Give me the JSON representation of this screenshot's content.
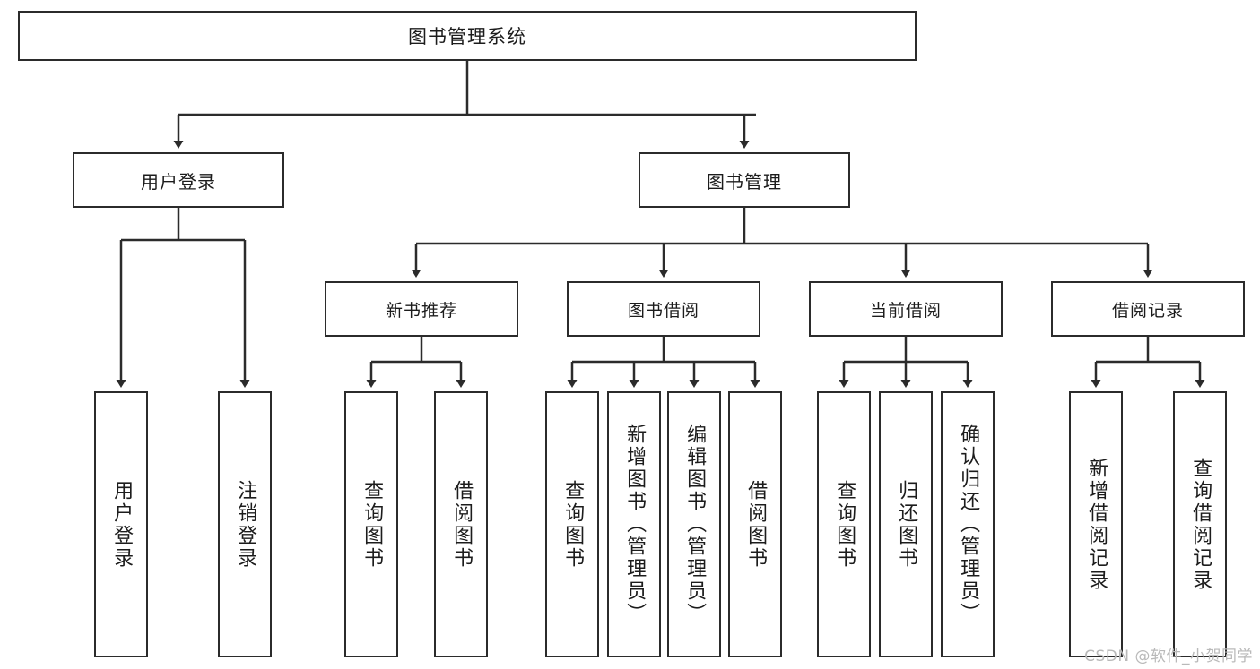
{
  "diagram": {
    "title": "图书管理系统",
    "type": "tree",
    "watermark": "CSDN @软件_小贺同学",
    "line_color": "#2b2b2b",
    "box_fill": "#ffffff",
    "text_color": "#1c1c1c",
    "watermark_color": "#b9b9b9"
  },
  "nodes": {
    "root": {
      "label": "图书管理系统"
    },
    "level2": [
      {
        "id": "user-login",
        "label": "用户登录"
      },
      {
        "id": "book-manage",
        "label": "图书管理"
      }
    ],
    "level3": [
      {
        "id": "new-book-rec",
        "label": "新书推荐"
      },
      {
        "id": "book-borrow",
        "label": "图书借阅"
      },
      {
        "id": "current-borrow",
        "label": "当前借阅"
      },
      {
        "id": "borrow-record",
        "label": "借阅记录"
      }
    ],
    "leaves": [
      {
        "id": "leaf-user-login",
        "label": "用户登录",
        "parent": "user-login"
      },
      {
        "id": "leaf-logout-login",
        "label": "注销登录",
        "parent": "user-login"
      },
      {
        "id": "leaf-query-book-rec",
        "label": "查询图书",
        "parent": "new-book-rec"
      },
      {
        "id": "leaf-borrow-book-rec",
        "label": "借阅图书",
        "parent": "new-book-rec"
      },
      {
        "id": "leaf-query-book-borrow",
        "label": "查询图书",
        "parent": "book-borrow"
      },
      {
        "id": "leaf-add-book",
        "label": "新增图书（管理员）",
        "parent": "book-borrow"
      },
      {
        "id": "leaf-edit-book",
        "label": "编辑图书（管理员）",
        "parent": "book-borrow"
      },
      {
        "id": "leaf-borrow-book",
        "label": "借阅图书",
        "parent": "book-borrow"
      },
      {
        "id": "leaf-query-book-current",
        "label": "查询图书",
        "parent": "current-borrow"
      },
      {
        "id": "leaf-return-book",
        "label": "归还图书",
        "parent": "current-borrow"
      },
      {
        "id": "leaf-confirm-return",
        "label": "确认归还（管理员）",
        "parent": "current-borrow"
      },
      {
        "id": "leaf-add-record",
        "label": "新增借阅记录",
        "parent": "borrow-record"
      },
      {
        "id": "leaf-query-record",
        "label": "查询借阅记录",
        "parent": "borrow-record"
      }
    ]
  }
}
